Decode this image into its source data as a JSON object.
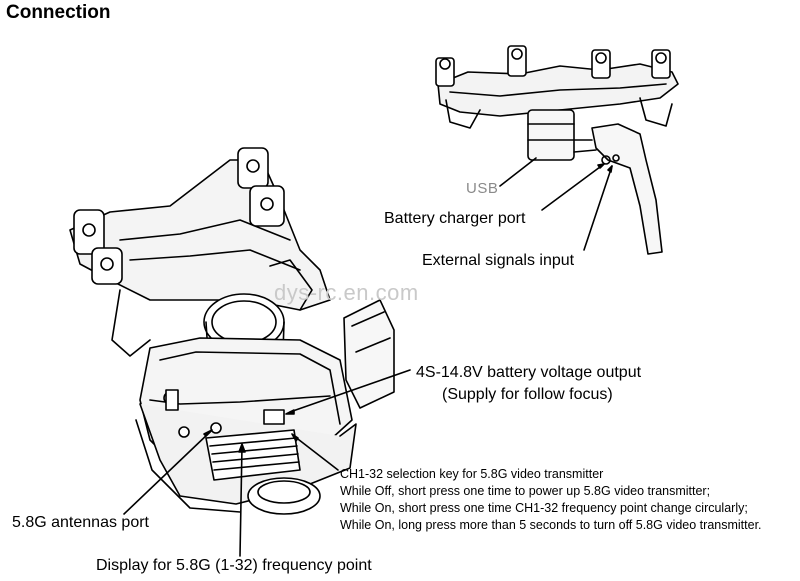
{
  "title": "Connection",
  "labels": {
    "usb": "USB",
    "battery_charger_port": "Battery charger port",
    "external_signals_input": "External signals input",
    "watermark": "dys-rc.en.com",
    "battery_voltage_output": "4S-14.8V battery voltage output",
    "supply_follow_focus": "(Supply for follow focus)",
    "ch_selection_lines": [
      "CH1-32 selection key for 5.8G video transmitter",
      "While Off, short press one time to power up 5.8G video transmitter;",
      "While On, short press one time CH1-32 frequency point change circularly;",
      "While On, long press more than 5 seconds to turn off 5.8G video transmitter."
    ],
    "antennas_port": "5.8G antennas port",
    "display_frequency": "Display for 5.8G (1-32) frequency point"
  },
  "colors": {
    "line": "#000000",
    "usb_text": "#8a8a8a",
    "watermark": "#c9c9c9"
  }
}
